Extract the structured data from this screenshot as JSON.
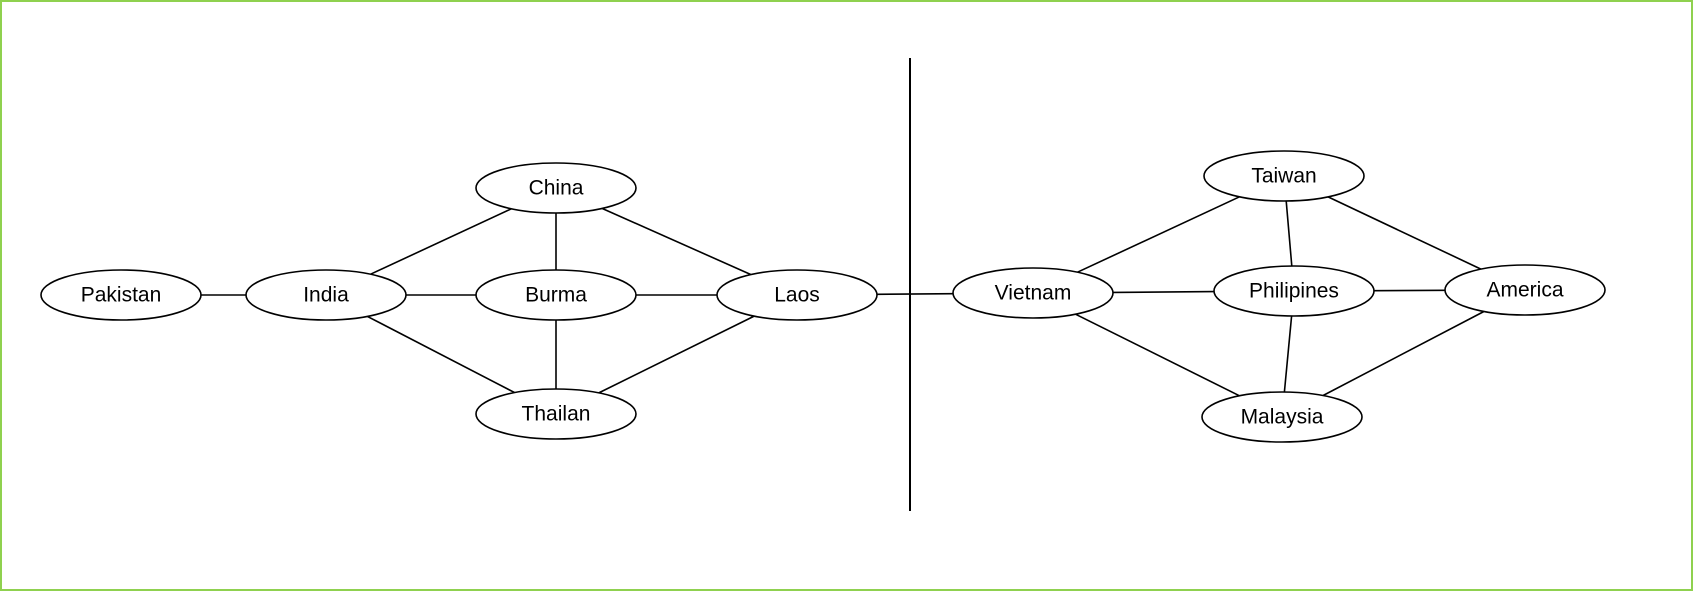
{
  "diagram": {
    "colors": {
      "frame_border": "#8fd14f",
      "line": "#000000",
      "node_fill": "#ffffff",
      "text": "#000000"
    },
    "nodes": [
      {
        "id": "pakistan",
        "label": "Pakistan"
      },
      {
        "id": "india",
        "label": "India"
      },
      {
        "id": "china",
        "label": "China"
      },
      {
        "id": "burma",
        "label": "Burma"
      },
      {
        "id": "thailan",
        "label": "Thailan"
      },
      {
        "id": "laos",
        "label": "Laos"
      },
      {
        "id": "vietnam",
        "label": "Vietnam"
      },
      {
        "id": "taiwan",
        "label": "Taiwan"
      },
      {
        "id": "philipines",
        "label": "Philipines"
      },
      {
        "id": "america",
        "label": "America"
      },
      {
        "id": "malaysia",
        "label": "Malaysia"
      }
    ],
    "edges": [
      {
        "from": "pakistan",
        "to": "india"
      },
      {
        "from": "india",
        "to": "china"
      },
      {
        "from": "india",
        "to": "burma"
      },
      {
        "from": "india",
        "to": "thailan"
      },
      {
        "from": "china",
        "to": "burma"
      },
      {
        "from": "china",
        "to": "laos"
      },
      {
        "from": "burma",
        "to": "laos"
      },
      {
        "from": "burma",
        "to": "thailan"
      },
      {
        "from": "thailan",
        "to": "laos"
      },
      {
        "from": "laos",
        "to": "vietnam"
      },
      {
        "from": "vietnam",
        "to": "taiwan"
      },
      {
        "from": "vietnam",
        "to": "philipines"
      },
      {
        "from": "vietnam",
        "to": "malaysia"
      },
      {
        "from": "taiwan",
        "to": "philipines"
      },
      {
        "from": "taiwan",
        "to": "america"
      },
      {
        "from": "philipines",
        "to": "america"
      },
      {
        "from": "philipines",
        "to": "malaysia"
      },
      {
        "from": "malaysia",
        "to": "america"
      }
    ]
  }
}
